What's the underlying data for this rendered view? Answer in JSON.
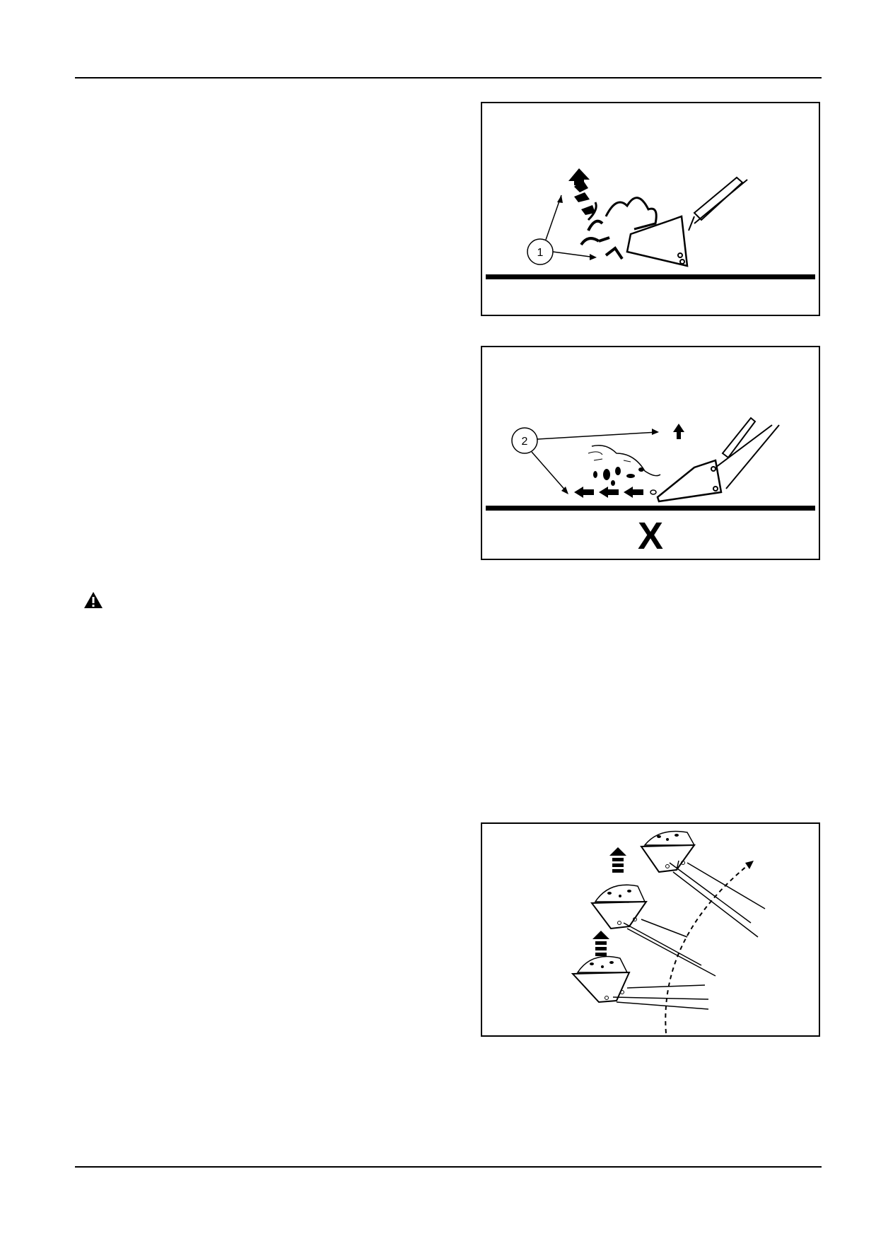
{
  "figures": [
    {
      "id": "fig-1",
      "callouts": [
        "1"
      ]
    },
    {
      "id": "fig-2",
      "callouts": [
        "2"
      ],
      "mark": "X"
    },
    {
      "id": "fig-3",
      "callouts": []
    }
  ],
  "warning": {
    "icon": "warning-triangle-icon"
  }
}
